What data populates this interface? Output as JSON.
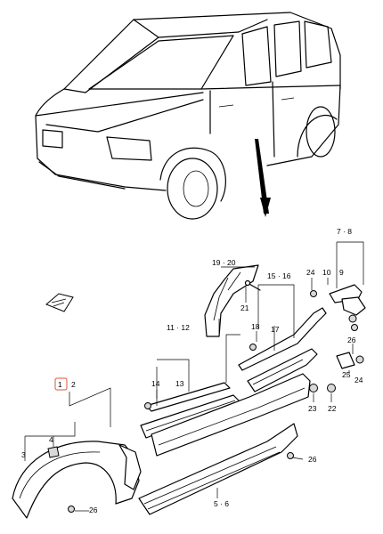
{
  "callouts": {
    "c1": "1",
    "c2": "2",
    "c3": "3",
    "c4": "4",
    "c5_6": "5 · 6",
    "c7_8": "7 · 8",
    "c9": "9",
    "c10": "10",
    "c11_12": "11 · 12",
    "c13": "13",
    "c14": "14",
    "c15_16": "15 · 16",
    "c17": "17",
    "c18": "18",
    "c19_20": "19 · 20",
    "c21": "21",
    "c22": "22",
    "c23": "23",
    "c24a": "24",
    "c24b": "24",
    "c25": "25",
    "c26a": "26",
    "c26b": "26",
    "c26c": "26"
  },
  "highlight_color": "#e0523a"
}
